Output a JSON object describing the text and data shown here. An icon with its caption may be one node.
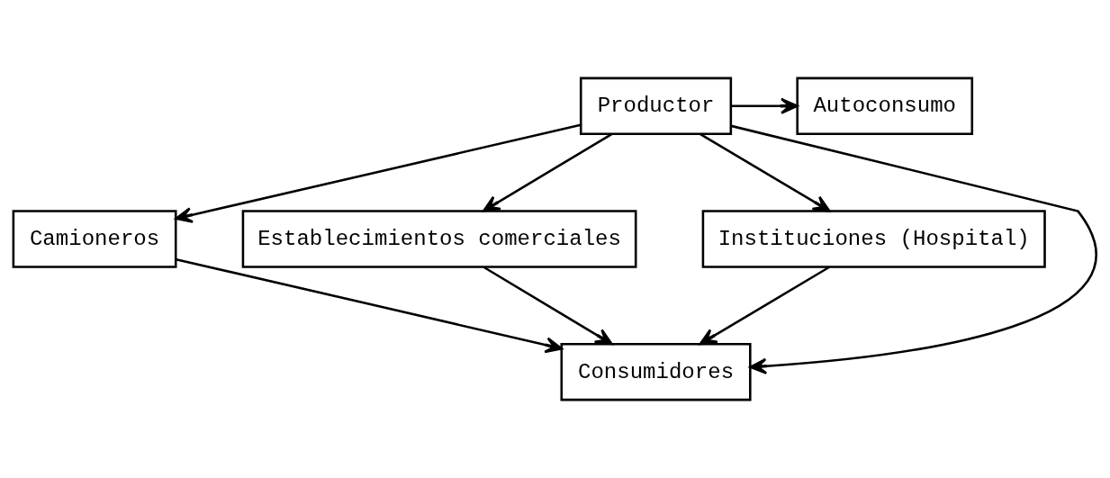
{
  "diagram": {
    "nodes": [
      {
        "text": [
          "Autoconsumo"
        ]
      },
      {
        "text": [
          "Productor"
        ]
      },
      {
        "text": [
          "Camioneros"
        ]
      },
      {
        "text": [
          "Establecimientos comerciales"
        ]
      },
      {
        "text": [
          "Instituciones (Hospital)"
        ]
      },
      {
        "text": [
          "Consumidores"
        ]
      }
    ],
    "edges": [
      {
        "from": 1,
        "to": 0,
        "arrow": "to"
      },
      {
        "from": 1,
        "to": 2,
        "arrow": "to"
      },
      {
        "from": 1,
        "to": 3,
        "arrow": "to"
      },
      {
        "from": 1,
        "to": 4,
        "arrow": "to"
      },
      {
        "from": 2,
        "to": 5,
        "arrow": "to"
      },
      {
        "from": 3,
        "to": 5,
        "arrow": "to"
      },
      {
        "from": 4,
        "to": 5,
        "arrow": "to"
      },
      {
        "from": 1,
        "to": 5,
        "arrow": "to"
      }
    ]
  }
}
